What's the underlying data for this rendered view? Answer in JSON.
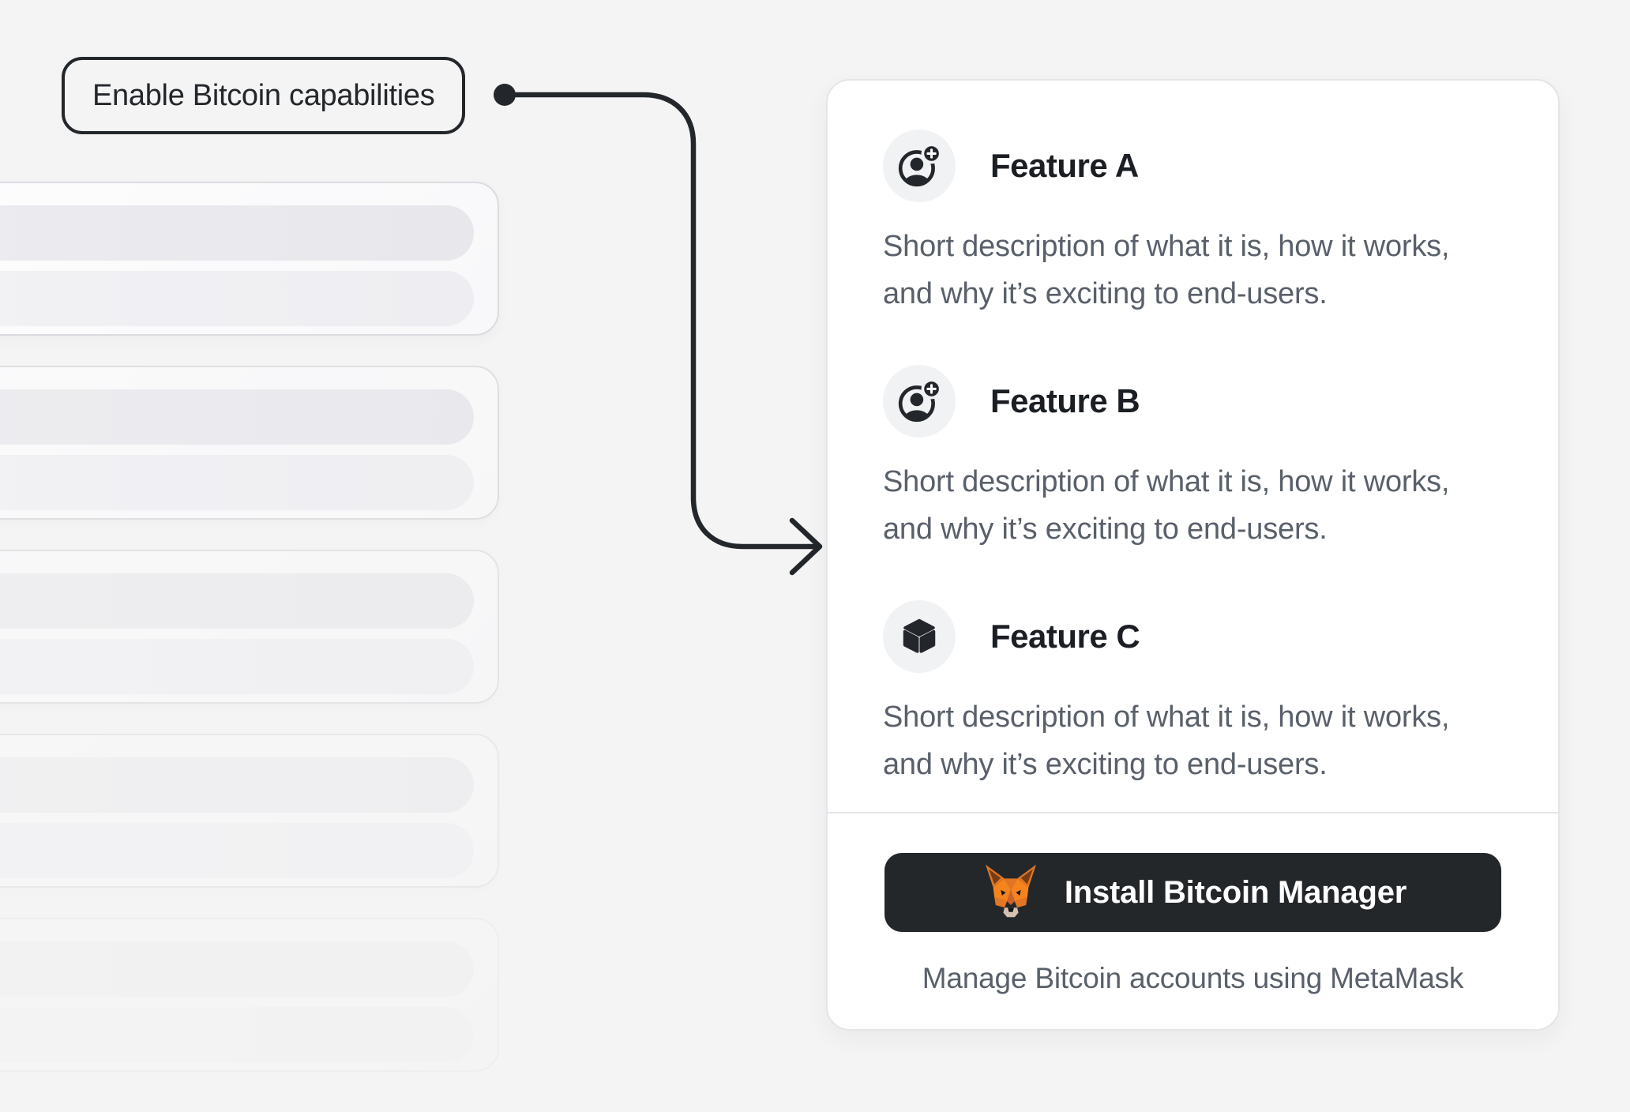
{
  "page": {
    "background_color": "#f4f4f4"
  },
  "callout": {
    "label": "Enable Bitcoin capabilities"
  },
  "skeleton_list": {
    "placeholder_card_count": 5,
    "pills_per_card": 2
  },
  "features_card": {
    "features": [
      {
        "icon": "user-plus-icon",
        "title": "Feature A",
        "description": "Short description of what it is, how it works, and why it’s exciting to end-users."
      },
      {
        "icon": "user-plus-icon",
        "title": "Feature B",
        "description": "Short description of what it is, how it works, and why it’s exciting to end-users."
      },
      {
        "icon": "cube-icon",
        "title": "Feature C",
        "description": "Short description of what it is, how it works, and why it’s exciting to end-users."
      }
    ],
    "footer": {
      "button_label": "Install Bitcoin Manager",
      "button_icon": "metamask-fox-icon",
      "caption": "Manage Bitcoin accounts using MetaMask"
    }
  },
  "colors": {
    "accent_dark": "#24272a",
    "metamask_orange": "#f5841f",
    "text_muted": "#59606a",
    "card_border": "#e4e5e8"
  }
}
